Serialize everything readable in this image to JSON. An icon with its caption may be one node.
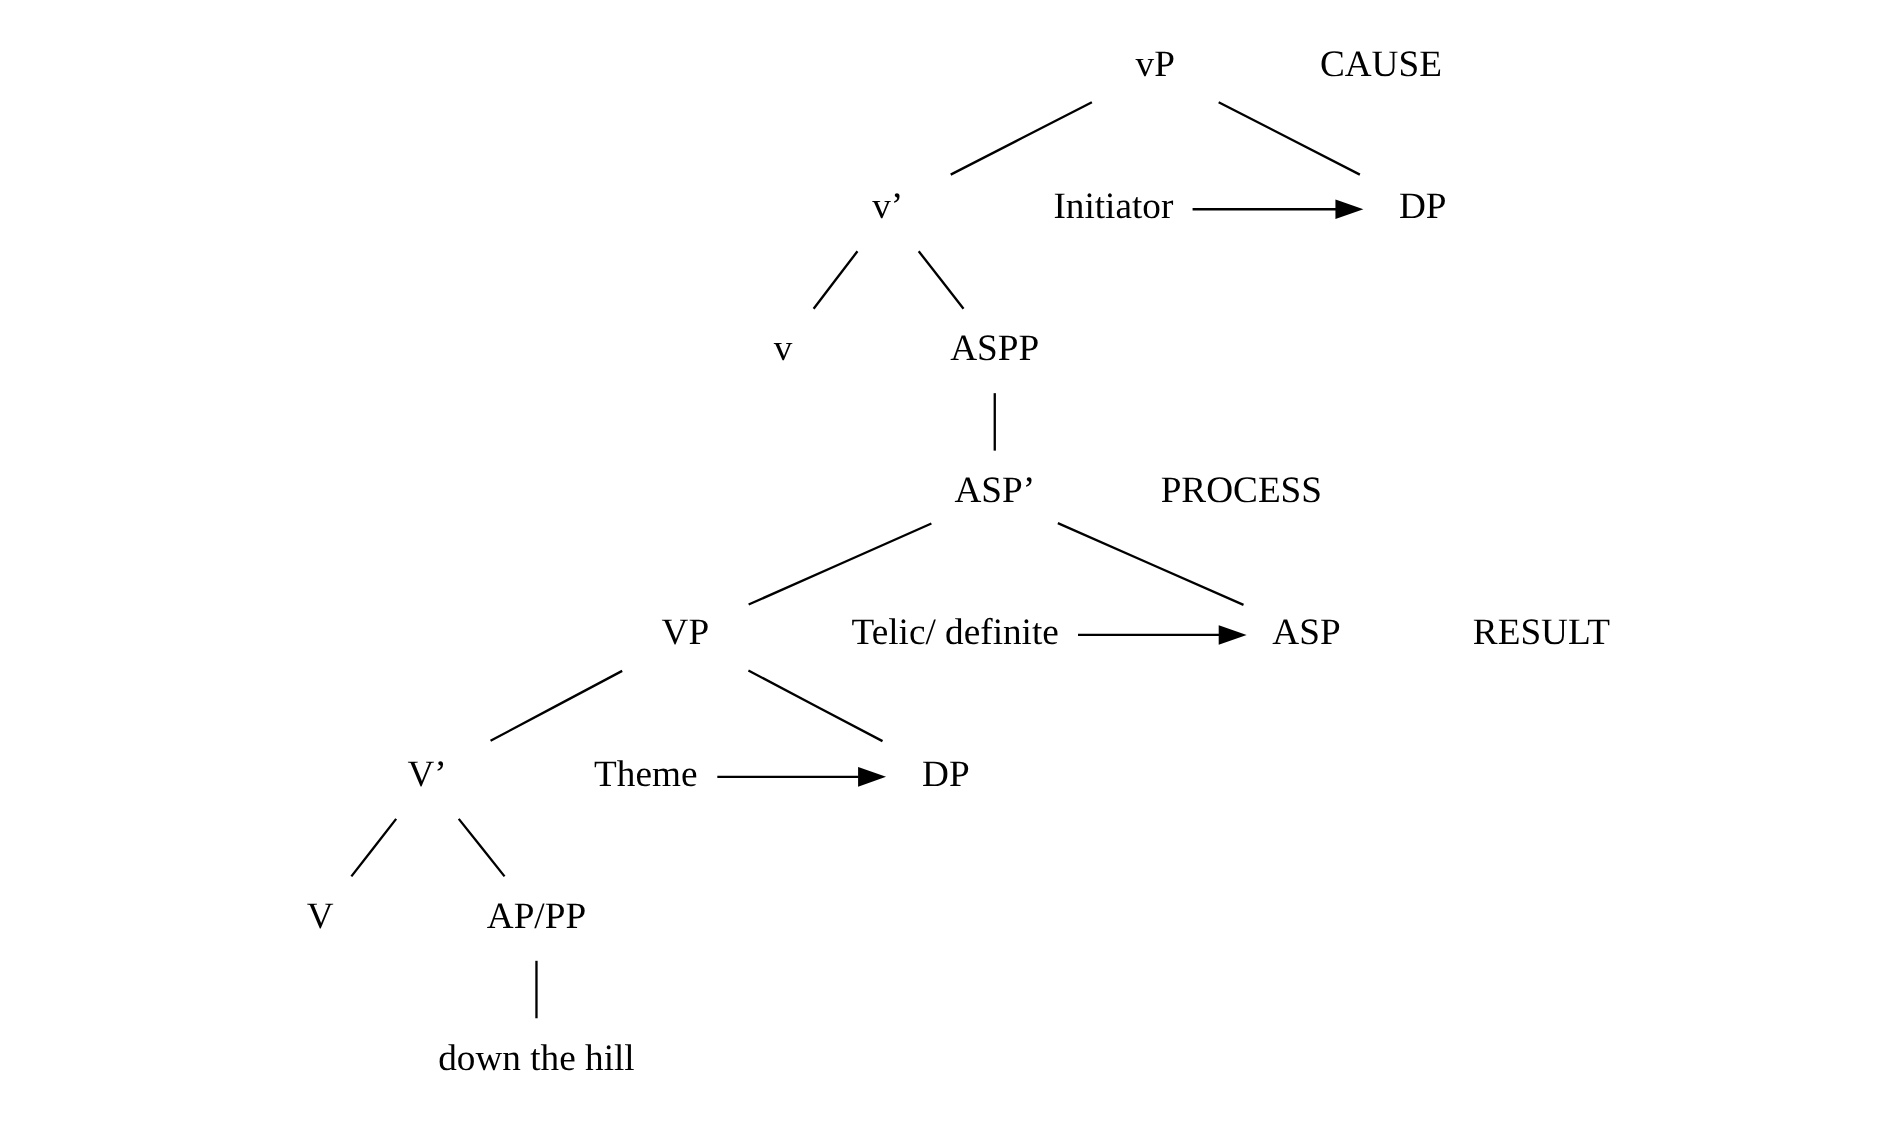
{
  "diagram": {
    "nodes": [
      {
        "text": [
          "vP"
        ]
      },
      {
        "text": [
          "DP"
        ]
      },
      {
        "text": [
          "v’"
        ]
      },
      {
        "text": [
          "v"
        ]
      },
      {
        "text": [
          "ASPP"
        ]
      },
      {
        "text": [
          "ASP’"
        ]
      },
      {
        "text": [
          "ASP"
        ]
      },
      {
        "text": [
          "VP"
        ]
      },
      {
        "text": [
          "DP"
        ]
      },
      {
        "text": [
          "V’"
        ]
      },
      {
        "text": [
          "V"
        ]
      },
      {
        "text": [
          "AP/PP"
        ]
      },
      {
        "text": [
          "down the hill"
        ]
      },
      {
        "text": [
          "Initiator"
        ]
      },
      {
        "text": [
          "Telic/ definite"
        ]
      },
      {
        "text": [
          "Theme"
        ]
      }
    ],
    "edges": [
      {
        "from": 0,
        "to": 1,
        "arrow": "none"
      },
      {
        "from": 0,
        "to": 2,
        "arrow": "none"
      },
      {
        "from": 2,
        "to": 3,
        "arrow": "none"
      },
      {
        "from": 2,
        "to": 4,
        "arrow": "none"
      },
      {
        "from": 4,
        "to": 5,
        "arrow": "none"
      },
      {
        "from": 5,
        "to": 6,
        "arrow": "none"
      },
      {
        "from": 5,
        "to": 7,
        "arrow": "none"
      },
      {
        "from": 7,
        "to": 8,
        "arrow": "none"
      },
      {
        "from": 7,
        "to": 9,
        "arrow": "none"
      },
      {
        "from": 9,
        "to": 10,
        "arrow": "none"
      },
      {
        "from": 9,
        "to": 11,
        "arrow": "none"
      },
      {
        "from": 11,
        "to": 12,
        "arrow": "none"
      },
      {
        "from": 13,
        "to": 1,
        "arrow": "to"
      },
      {
        "from": 14,
        "to": 6,
        "arrow": "to"
      },
      {
        "from": 15,
        "to": 8,
        "arrow": "to"
      }
    ],
    "labels": [
      "CAUSE",
      "PROCESS",
      "RESULT"
    ]
  }
}
